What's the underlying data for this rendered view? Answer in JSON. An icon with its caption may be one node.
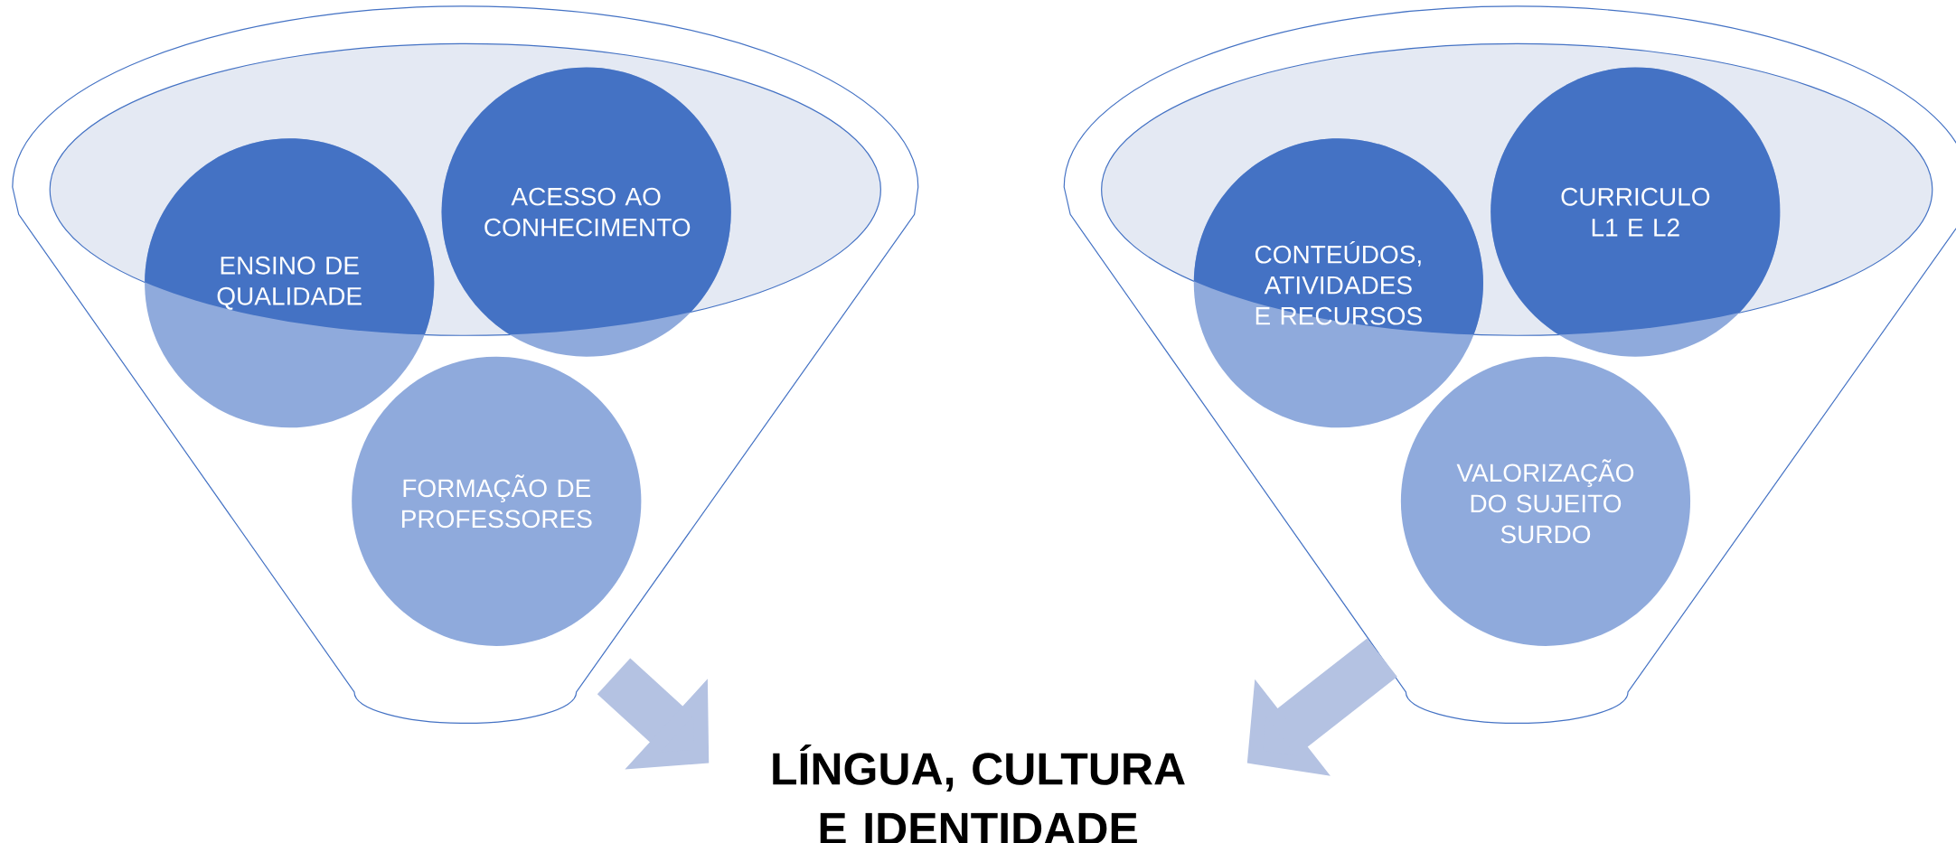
{
  "diagram": {
    "nodes": [
      {
        "text": [],
        "shape": "funnel"
      },
      {
        "text": [
          "ENSINO DE QUALIDADE"
        ],
        "in": 0
      },
      {
        "text": [
          "ACESSO AO CONHECIMENTO"
        ],
        "in": 0
      },
      {
        "text": [
          "FORMAÇÃO DE PROFESSORES"
        ],
        "in": 0
      },
      {
        "text": [],
        "shape": "funnel"
      },
      {
        "text": [
          "CONTEÚDOS, ATIVIDADES E RECURSOS"
        ],
        "in": 4
      },
      {
        "text": [
          "CURRICULO L1 E L2"
        ],
        "in": 4
      },
      {
        "text": [
          "VALORIZAÇÃO DO SUJEITO SURDO"
        ],
        "in": 4
      },
      {
        "text": [
          "LÍNGUA, CULTURA E IDENTIDADE"
        ]
      }
    ],
    "edges": [
      {
        "from": 0,
        "to": 8,
        "arrow": "to"
      },
      {
        "from": 4,
        "to": 8,
        "arrow": "to"
      }
    ]
  }
}
